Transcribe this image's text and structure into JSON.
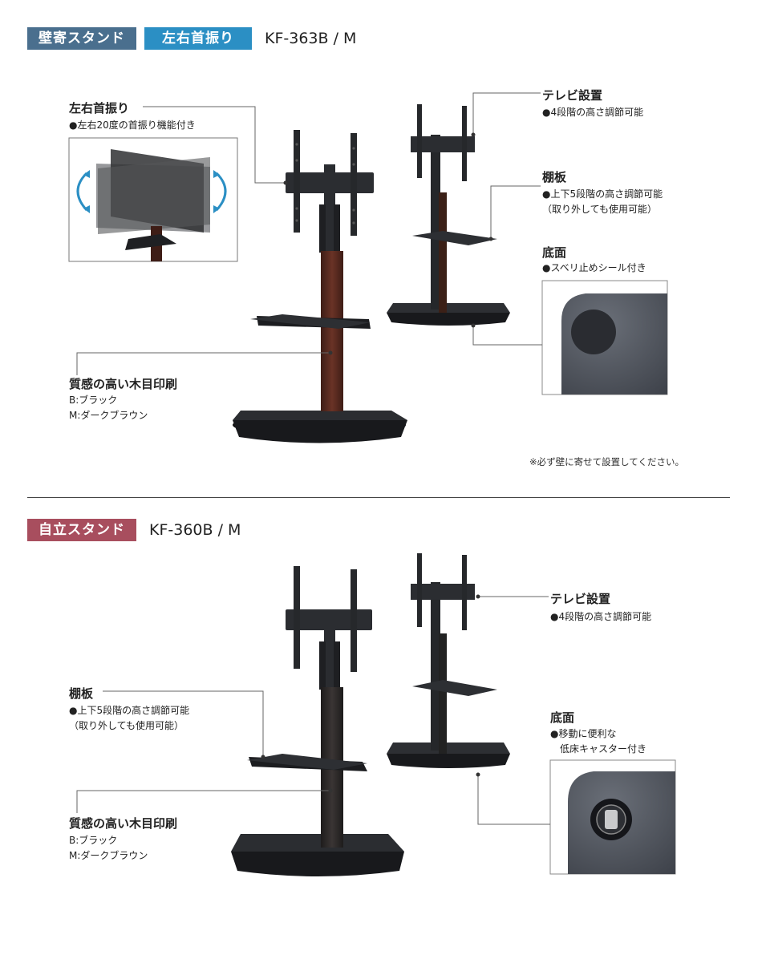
{
  "section1": {
    "tag_primary": "壁寄スタンド",
    "tag_secondary": "左右首振り",
    "model": "KF-363B / M",
    "colors": {
      "tag_primary": "#4a6f8e",
      "tag_secondary": "#2b8fc4",
      "wood": "#5a2a20",
      "metal": "#2a2c30"
    },
    "swivel": {
      "title": "左右首振り",
      "desc": "●左右20度の首振り機能付き"
    },
    "tv_mount": {
      "title": "テレビ設置",
      "desc": "●4段階の高さ調節可能"
    },
    "shelf": {
      "title": "棚板",
      "lines": [
        "●上下5段階の高さ調節可能",
        "（取り外しても使用可能）"
      ]
    },
    "base": {
      "title": "底面",
      "desc": "●スベリ止めシール付き"
    },
    "wood_grain": {
      "title": "質感の高い木目印刷",
      "lines": [
        "B:ブラック",
        "M:ダークブラウン"
      ]
    },
    "note": "※必ず壁に寄せて設置してください。"
  },
  "section2": {
    "tag": "自立スタンド",
    "model": "KF-360B / M",
    "colors": {
      "tag": "#a84e5e"
    },
    "tv_mount": {
      "title": "テレビ設置",
      "desc": "●4段階の高さ調節可能"
    },
    "shelf": {
      "title": "棚板",
      "lines": [
        "●上下5段階の高さ調節可能",
        "（取り外しても使用可能）"
      ]
    },
    "base": {
      "title": "底面",
      "lines": [
        "●移動に便利な",
        "　低床キャスター付き"
      ]
    },
    "wood_grain": {
      "title": "質感の高い木目印刷",
      "lines": [
        "B:ブラック",
        "M:ダークブラウン"
      ]
    }
  }
}
